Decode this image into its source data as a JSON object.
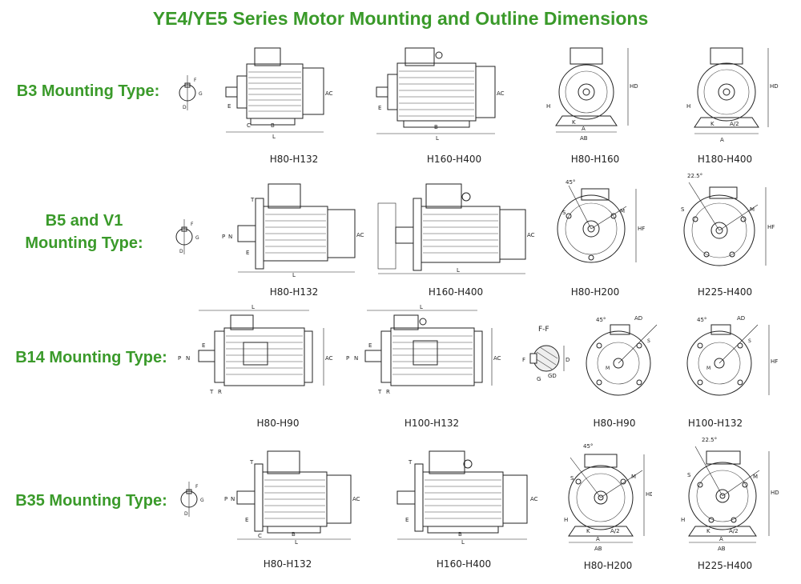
{
  "title": "YE4/YE5 Series Motor Mounting and Outline Dimensions",
  "colors": {
    "title": "#3a9a2a",
    "label": "#3a9a2a",
    "line": "#222222"
  },
  "rows": [
    {
      "label_lines": [
        "B3 Mounting Type:"
      ],
      "captions": [
        "H80-H132",
        "H160-H400",
        "H80-H160",
        "H180-H400"
      ]
    },
    {
      "label_lines": [
        "B5 and V1",
        "Mounting Type:"
      ],
      "captions": [
        "H80-H132",
        "H160-H400",
        "H80-H200",
        "H225-H400"
      ]
    },
    {
      "label_lines": [
        "B14 Mounting Type:"
      ],
      "captions": [
        "H80-H90",
        "H100-H132",
        "H80-H90",
        "H100-H132"
      ]
    },
    {
      "label_lines": [
        "B35 Mounting Type:"
      ],
      "captions": [
        "H80-H132",
        "H160-H400",
        "H80-H200",
        "H225-H400"
      ]
    }
  ],
  "dims": {
    "ac": "AC",
    "hd": "HD",
    "hf": "HF",
    "l": "L",
    "b": "B",
    "c": "C",
    "e": "E",
    "h": "H",
    "a": "A",
    "ab": "AB",
    "a2": "A/2",
    "k": "K",
    "d": "D",
    "f": "F",
    "g": "G",
    "gd": "GD",
    "p": "P",
    "n": "N",
    "m": "M",
    "s": "S",
    "t": "T",
    "r": "R",
    "ad": "AD",
    "ff": "F-F",
    "deg45": "45°",
    "deg22": "22.5°"
  }
}
